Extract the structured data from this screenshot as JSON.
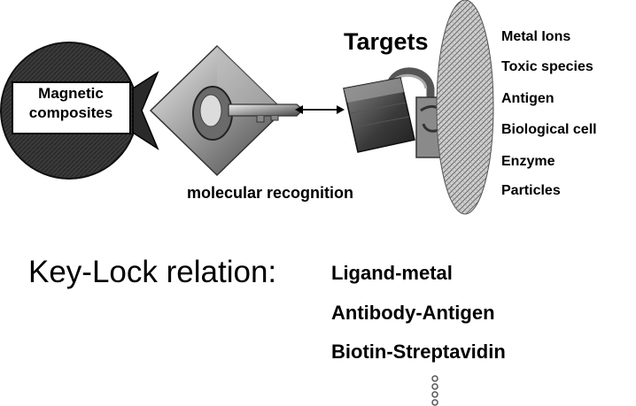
{
  "diagram": {
    "targets_title": "Targets",
    "targets": [
      "Metal Ions",
      "Toxic species",
      "Antigen",
      "Biological cell",
      "Enzyme",
      "Particles"
    ],
    "magnetic_label_line1": "Magnetic",
    "magnetic_label_line2": "composites",
    "recognition_label": "molecular recognition",
    "key_lock_title": "Key-Lock relation:",
    "key_lock_items": [
      "Ligand-metal",
      "Antibody-Antigen",
      "Biotin-Streptavidin"
    ]
  }
}
